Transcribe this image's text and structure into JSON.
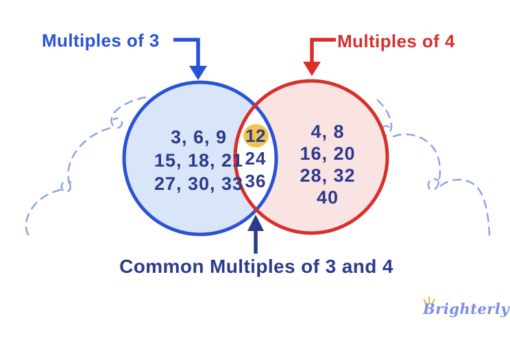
{
  "colors": {
    "background": "#ffffff",
    "blue": "#2a52d4",
    "blue_fill": "#d9e5f8",
    "red": "#d82f2b",
    "red_fill": "#fae3e3",
    "navy": "#2b3a8c",
    "yellow": "#f4c34d",
    "dash": "#93a5e8",
    "logo": "#7c8ce9",
    "logo_sun": "#f0b521"
  },
  "labels": {
    "left_set": "Multiples of 3",
    "right_set": "Multiples of 4",
    "intersection_caption": "Common Multiples of 3 and 4"
  },
  "venn": {
    "left_lines": [
      "3, 6, 9",
      "15, 18, 21",
      "27, 30, 33"
    ],
    "intersection": {
      "highlighted": "12",
      "line2": "24",
      "line3": "36"
    },
    "right_lines": [
      "4, 8",
      "16, 20",
      "28, 32",
      "40"
    ]
  },
  "logo": {
    "text": "Brighterly",
    "icon": "sun-rays"
  }
}
